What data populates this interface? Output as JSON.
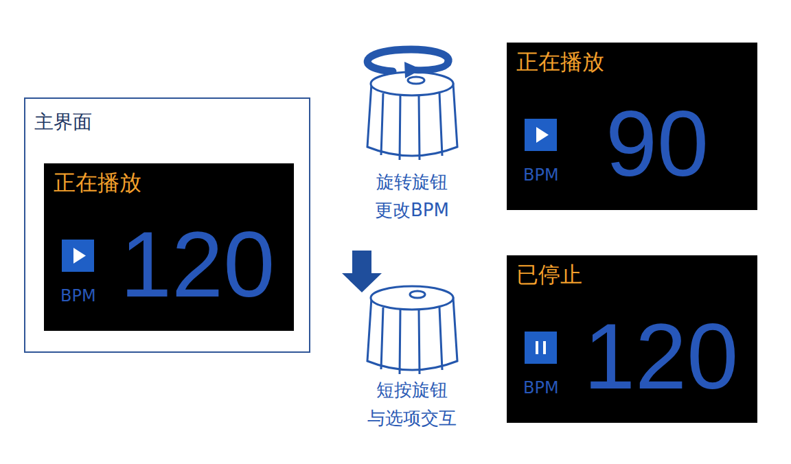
{
  "diagram": {
    "nodes": [
      {
        "text": [
          "主界面"
        ]
      },
      {
        "text": [
          "正在播放",
          "BPM",
          "120"
        ],
        "in": 0
      },
      {
        "text": [
          "正在播放",
          "BPM",
          "90"
        ]
      },
      {
        "text": [
          "已停止",
          "BPM",
          "120"
        ]
      }
    ],
    "labels": [
      "旋转旋钮 更改BPM",
      "短按旋钮 与选项交互"
    ]
  }
}
